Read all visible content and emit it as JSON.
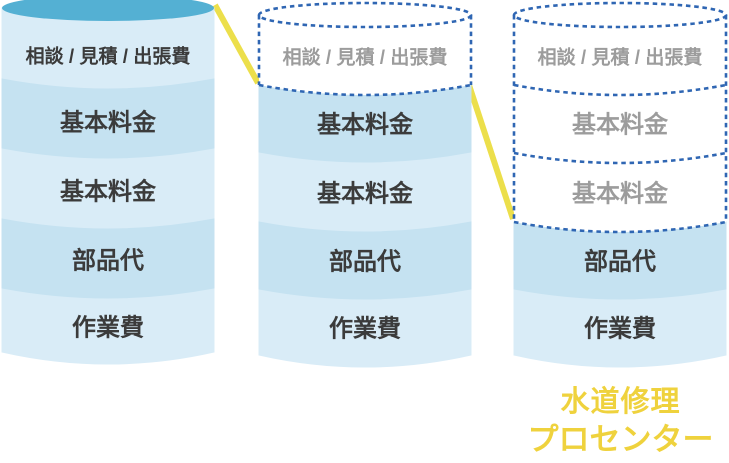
{
  "colors": {
    "segment_light": "#D9ECF7",
    "segment_dark": "#C5E2F1",
    "cylinder_top": "#54B0D3",
    "dashed_border": "#2F66B3",
    "label_dark": "#3B3B3B",
    "label_gray": "#9C9C9C",
    "slash_yellow": "#ECDF4B",
    "logo_yellow": "#EFD23D",
    "background": "#FFFFFF"
  },
  "cylinders": [
    {
      "name": "full-price-stack",
      "segments": [
        {
          "label": "相談 / 見積 / 出張費",
          "charged": true
        },
        {
          "label": "基本料金",
          "charged": true
        },
        {
          "label": "基本料金",
          "charged": true
        },
        {
          "label": "部品代",
          "charged": true
        },
        {
          "label": "作業費",
          "charged": true
        }
      ]
    },
    {
      "name": "partially-waived-stack",
      "segments": [
        {
          "label": "相談 / 見積 / 出張費",
          "charged": false
        },
        {
          "label": "基本料金",
          "charged": true
        },
        {
          "label": "基本料金",
          "charged": true
        },
        {
          "label": "部品代",
          "charged": true
        },
        {
          "label": "作業費",
          "charged": true
        }
      ]
    },
    {
      "name": "pro-center-stack",
      "segments": [
        {
          "label": "相談 / 見積 / 出張費",
          "charged": false
        },
        {
          "label": "基本料金",
          "charged": false
        },
        {
          "label": "基本料金",
          "charged": false
        },
        {
          "label": "部品代",
          "charged": true
        },
        {
          "label": "作業費",
          "charged": true
        }
      ]
    }
  ],
  "logo": {
    "line1": "水道修理",
    "line2": "プロセンター"
  }
}
